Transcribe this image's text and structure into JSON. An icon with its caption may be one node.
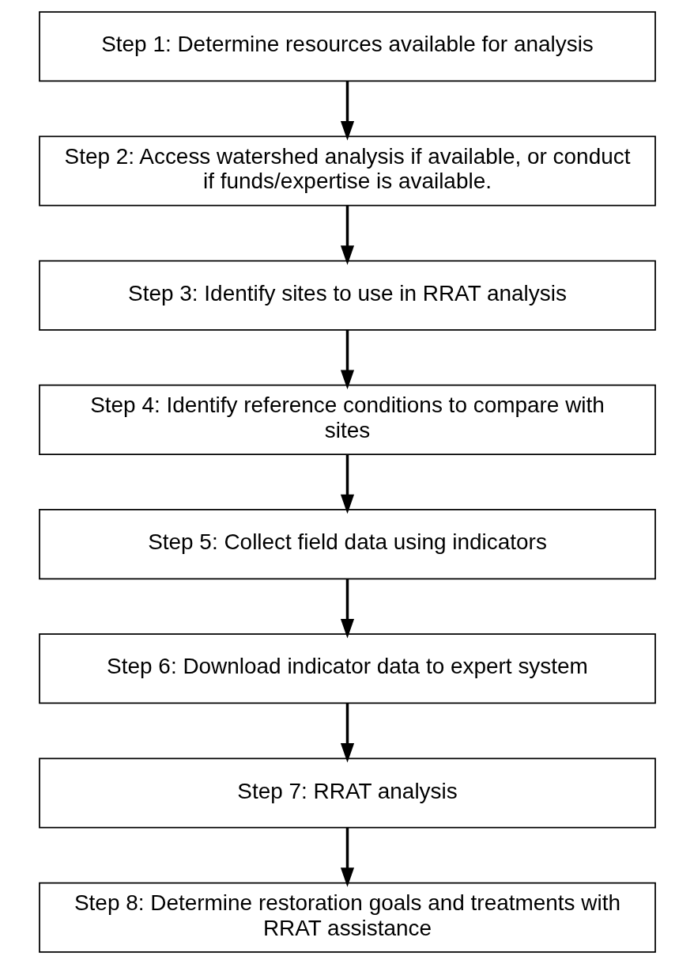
{
  "diagram": {
    "nodes": [
      {
        "text": [
          "Step 1: Determine resources available for analysis"
        ]
      },
      {
        "text": [
          "Step 2: Access watershed analysis if available, or conduct if funds/expertise is available."
        ]
      },
      {
        "text": [
          "Step 3: Identify sites to use in RRAT analysis"
        ]
      },
      {
        "text": [
          "Step 4: Identify reference conditions to compare with sites"
        ]
      },
      {
        "text": [
          "Step 5: Collect field data using indicators"
        ]
      },
      {
        "text": [
          "Step 6: Download indicator data to expert system"
        ]
      },
      {
        "text": [
          "Step 7: RRAT analysis"
        ]
      },
      {
        "text": [
          "Step 8: Determine restoration goals and treatments with RRAT assistance"
        ]
      }
    ],
    "edges": [
      {
        "from": 0,
        "to": 1,
        "arrow": "to"
      },
      {
        "from": 1,
        "to": 2,
        "arrow": "to"
      },
      {
        "from": 2,
        "to": 3,
        "arrow": "to"
      },
      {
        "from": 3,
        "to": 4,
        "arrow": "to"
      },
      {
        "from": 4,
        "to": 5,
        "arrow": "to"
      },
      {
        "from": 5,
        "to": 6,
        "arrow": "to"
      },
      {
        "from": 6,
        "to": 7,
        "arrow": "to"
      }
    ]
  }
}
